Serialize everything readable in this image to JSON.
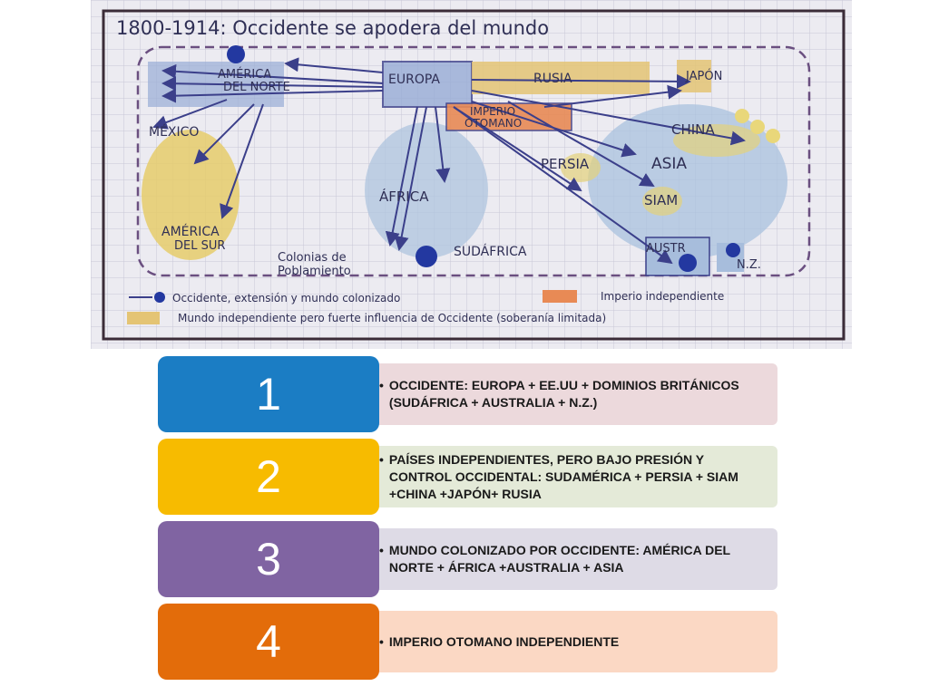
{
  "map": {
    "title": "1800-1914: Occidente se apodera del mundo",
    "labels": {
      "america_norte": [
        "AMÉRICA",
        "DEL NORTE"
      ],
      "europa": "EUROPA",
      "rusia": "RUSIA",
      "japon": "JAPÓN",
      "imperio_otomano": [
        "IMPERIO",
        "OTOMANO"
      ],
      "mexico": "MÉXICO",
      "china": "CHINA",
      "persia": "PERSIA",
      "asia": "ASIA",
      "siam": "SIAM",
      "africa": "ÁFRICA",
      "america_sur": [
        "AMÉRICA",
        "DEL SUR"
      ],
      "colonias": [
        "Colonias de",
        "Poblamiento"
      ],
      "sudafrica": "SUDÁFRICA",
      "australia": "AUSTR",
      "nz": "N.Z."
    },
    "legend": {
      "item1": "Occidente, extensión y mundo colonizado",
      "item2": "Imperio independiente",
      "item3": "Mundo independiente pero fuerte influencia de Occidente (soberanía limitada)"
    }
  },
  "rows": [
    {
      "number": "1",
      "text": "OCCIDENTE: EUROPA + EE.UU + DOMINIOS BRITÁNICOS (SUDÁFRICA + AUSTRALIA + N.Z.)",
      "num_color": "#1b7dc4",
      "box_color": "#ecd9dc"
    },
    {
      "number": "2",
      "text": "PAÍSES INDEPENDIENTES, PERO BAJO PRESIÓN Y CONTROL OCCIDENTAL: SUDAMÉRICA + PERSIA + SIAM +CHINA +JAPÓN+ RUSIA",
      "num_color": "#f7bb00",
      "box_color": "#e4ead8"
    },
    {
      "number": "3",
      "text": "MUNDO COLONIZADO POR OCCIDENTE: AMÉRICA DEL NORTE + ÁFRICA +AUSTRALIA + ASIA",
      "num_color": "#8064a2",
      "box_color": "#dedbe6"
    },
    {
      "number": "4",
      "text": "IMPERIO OTOMANO INDEPENDIENTE",
      "num_color": "#e36c0a",
      "box_color": "#fbd8c4"
    }
  ]
}
